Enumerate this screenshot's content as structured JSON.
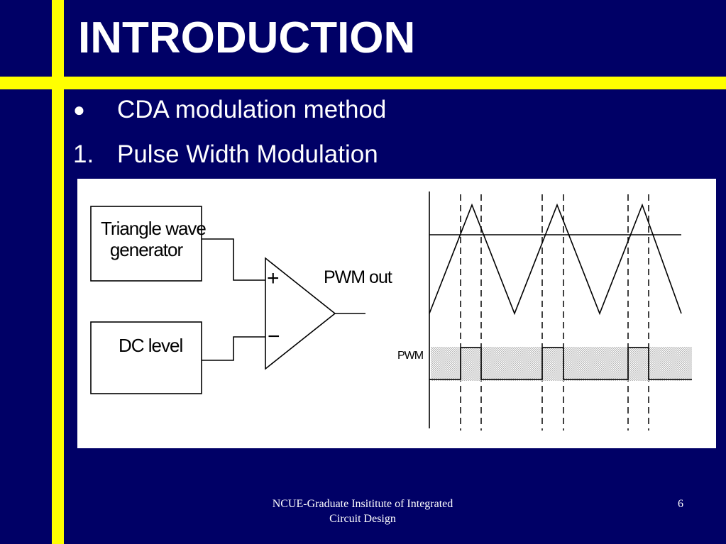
{
  "slide": {
    "title": "INTRODUCTION",
    "bullets": [
      {
        "marker": "●",
        "text": "CDA modulation method"
      },
      {
        "marker": "1.",
        "text": "Pulse Width Modulation"
      }
    ],
    "footer": {
      "line1": "NCUE-Graduate Insititute of Integrated",
      "line2": "Circuit Design"
    },
    "page_number": "6"
  },
  "diagram": {
    "block_triangle": {
      "line1": "Triangle wave",
      "line2": "generator"
    },
    "block_dc": "DC level",
    "plus_sign": "+",
    "minus_sign": "−",
    "output_label": "PWM out",
    "waveform_pwm_label": "PWM"
  },
  "colors": {
    "background": "#000066",
    "accent": "#FFFF00",
    "text": "#FFFFFF",
    "figure_bg": "#FFFFFF"
  }
}
